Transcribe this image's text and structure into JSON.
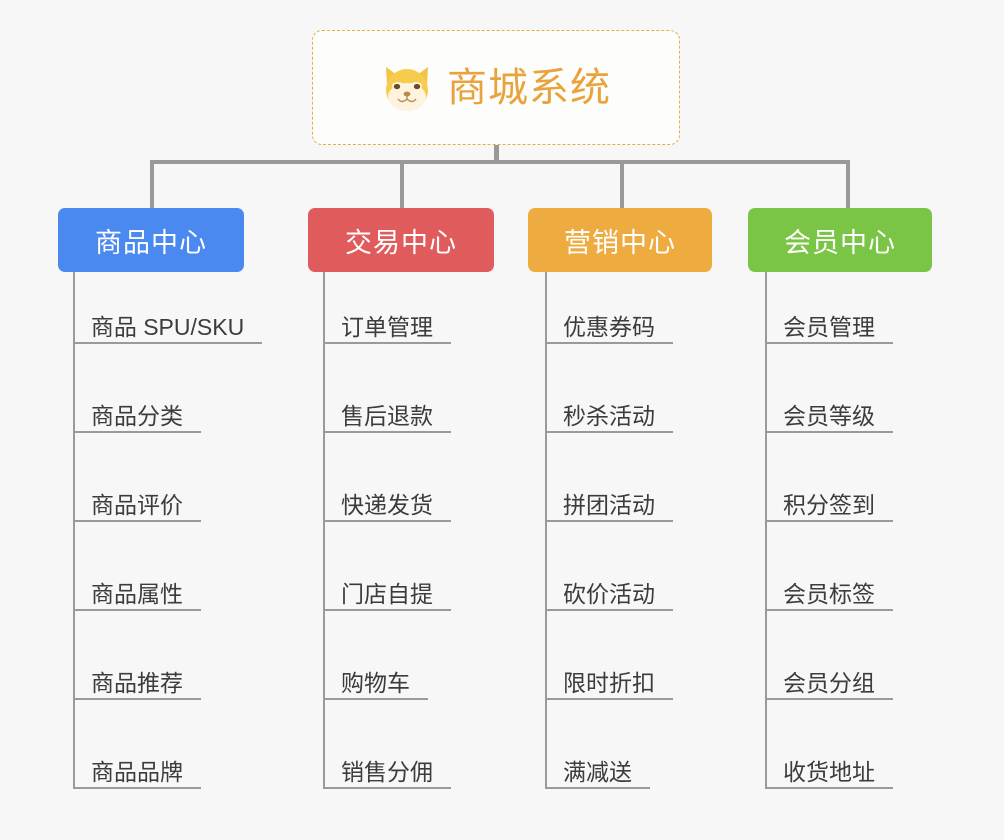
{
  "background_color": "#f7f7f7",
  "connector_color": "#999999",
  "root": {
    "icon": "shiba-dog-face-icon",
    "title": "商城系统",
    "title_color": "#e8a33d",
    "border_color": "#eaa94a",
    "border_style": "dashed"
  },
  "columns": [
    {
      "title": "商品中心",
      "color": "#4a89ef",
      "items": [
        "商品 SPU/SKU",
        "商品分类",
        "商品评价",
        "商品属性",
        "商品推荐",
        "商品品牌"
      ]
    },
    {
      "title": "交易中心",
      "color": "#e05c5c",
      "items": [
        "订单管理",
        "售后退款",
        "快递发货",
        "门店自提",
        "购物车",
        "销售分佣"
      ]
    },
    {
      "title": "营销中心",
      "color": "#eeab3f",
      "items": [
        "优惠券码",
        "秒杀活动",
        "拼团活动",
        "砍价活动",
        "限时折扣",
        "满减送"
      ]
    },
    {
      "title": "会员中心",
      "color": "#7ac546",
      "items": [
        "会员管理",
        "会员等级",
        "积分签到",
        "会员标签",
        "会员分组",
        "收货地址"
      ]
    }
  ]
}
